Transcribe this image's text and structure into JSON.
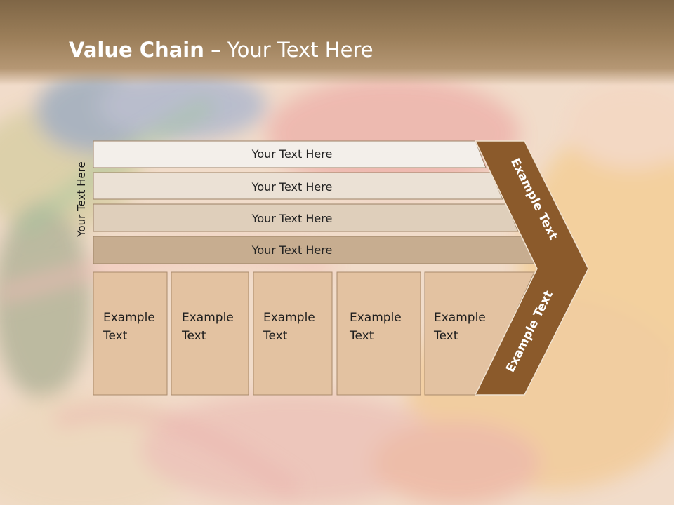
{
  "title": {
    "bold": "Value Chain",
    "rest": " – Your Text Here"
  },
  "side_label": "Your Text Here",
  "rows": [
    {
      "label": "Your Text Here",
      "fill": "#f3efea"
    },
    {
      "label": "Your Text Here",
      "fill": "#ebe1d5"
    },
    {
      "label": "Your Text Here",
      "fill": "#dfcfbb"
    },
    {
      "label": "Your Text Here",
      "fill": "#c7ad90"
    }
  ],
  "boxes": [
    {
      "line1": "Example",
      "line2": "Text"
    },
    {
      "line1": "Example",
      "line2": "Text"
    },
    {
      "line1": "Example",
      "line2": "Text"
    },
    {
      "line1": "Example",
      "line2": "Text"
    },
    {
      "line1": "Example",
      "line2": "Text"
    }
  ],
  "chevron": {
    "top_label": "Example Text",
    "bottom_label": "Example Text"
  },
  "colors": {
    "chevron": "#8b5a2b",
    "box_fill": "#e3c2a1",
    "box_stroke": "#a98a6c",
    "title_bar": "#8a6e4d"
  }
}
